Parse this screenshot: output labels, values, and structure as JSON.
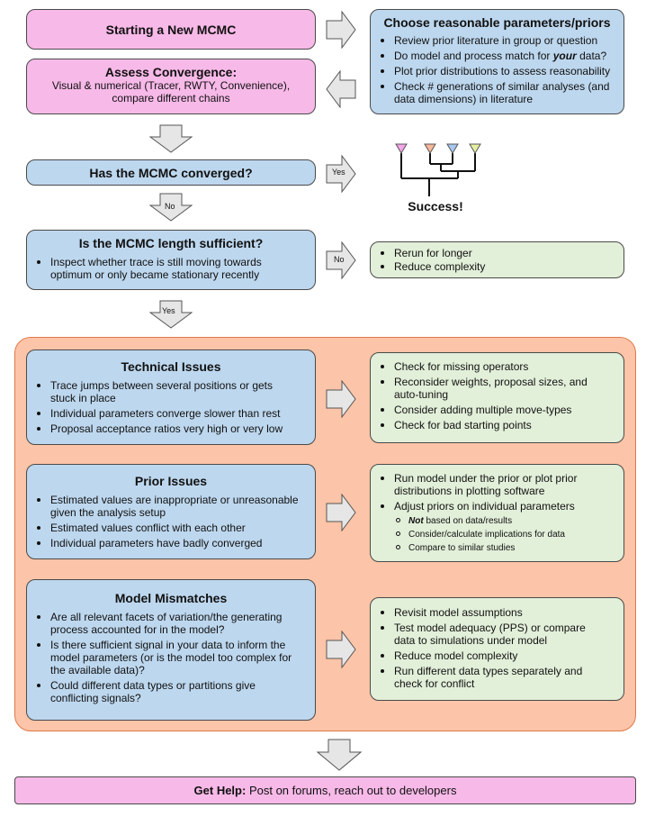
{
  "start_box": "Starting a New MCMC",
  "choose_params": {
    "title": "Choose reasonable parameters/priors",
    "items": [
      "Review prior literature in group or question",
      "Do model and process match for ",
      "Plot prior distributions to assess reasonability",
      "Check # generations of similar analyses (and data dimensions) in literature"
    ],
    "item2_emph": "your",
    "item2_tail": " data?"
  },
  "assess": {
    "title": "Assess Convergence:",
    "text": "Visual & numerical (Tracer, RWTY,  Convenience), compare different chains"
  },
  "converged_question": "Has the MCMC converged?",
  "yes_label": "Yes",
  "no_label": "No",
  "success_label": "Success!",
  "length": {
    "title": "Is the MCMC length sufficient?",
    "items": [
      "Inspect whether trace is still moving towards optimum or only became stationary recently"
    ]
  },
  "rerun": {
    "items": [
      "Rerun for longer",
      "Reduce complexity"
    ]
  },
  "technical": {
    "title": "Technical Issues",
    "items": [
      "Trace jumps between several positions or gets stuck in place",
      "Individual parameters converge slower than rest",
      "Proposal acceptance ratios very high or very  low"
    ]
  },
  "technical_fix": {
    "items": [
      "Check for missing operators",
      "Reconsider weights, proposal sizes, and auto-tuning",
      "Consider adding multiple move-types",
      "Check for  bad starting points"
    ]
  },
  "prior": {
    "title": "Prior Issues",
    "items": [
      "Estimated values are inappropriate or unreasonable given the analysis setup",
      "Estimated values conflict with each other",
      "Individual parameters have badly converged"
    ]
  },
  "prior_fix": {
    "items": [
      "Run model under the prior or plot prior distributions in plotting software",
      "Adjust priors on individual parameters"
    ],
    "sub_emph": "Not",
    "sub_items": [
      " based on data/results",
      "Consider/calculate implications  for data",
      "Compare  to similar studies"
    ]
  },
  "model": {
    "title": "Model Mismatches",
    "items": [
      "Are all relevant facets of variation/the generating process accounted for in the model?",
      "Is there sufficient signal in your data to inform the model parameters (or is the model too complex for the available data)?",
      "Could different data types or partitions give conflicting signals?"
    ]
  },
  "model_fix": {
    "items": [
      "Revisit model assumptions",
      "Test model adequacy (PPS) or compare data to simulations under model",
      "Reduce model complexity",
      "Run different data types separately and check for conflict"
    ]
  },
  "help": {
    "bold": "Get Help:",
    "text": " Post on forums, reach out to developers"
  },
  "colors": {
    "pink": "#f7b9e8",
    "blue": "#bdd7ee",
    "green": "#e2efd9",
    "orange": "#fcc4a8",
    "arrow_fill": "#e6e6e6",
    "tree_tips": [
      "#f4a6e9",
      "#f8b89a",
      "#a9c8f0",
      "#e7f0a0"
    ]
  }
}
